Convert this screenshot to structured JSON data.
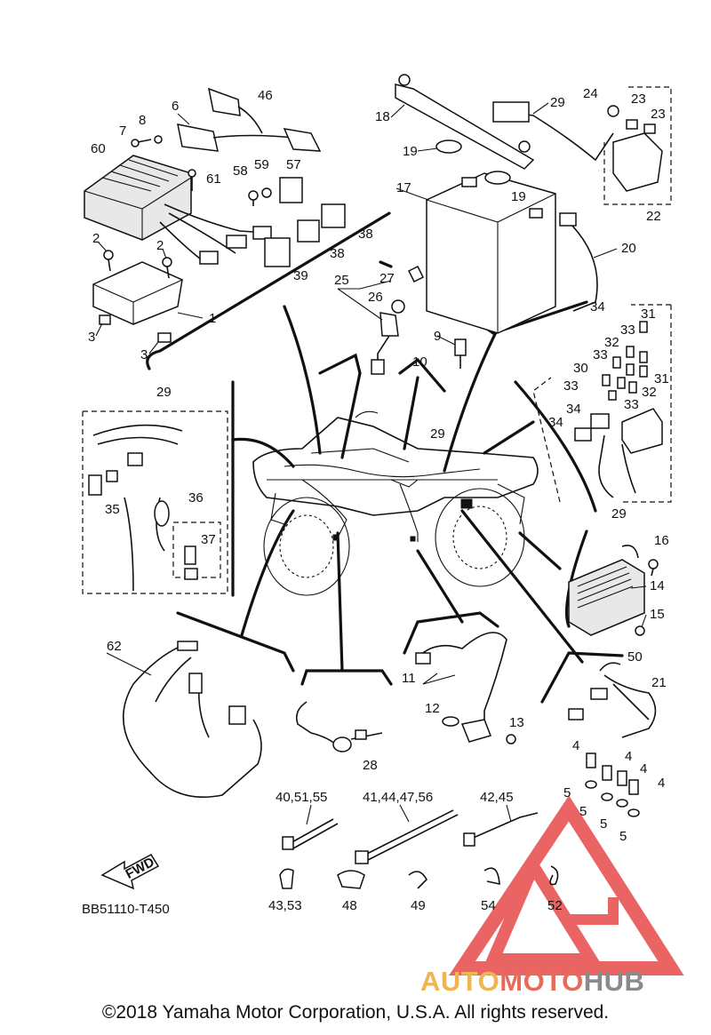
{
  "diagram_code": "BB51110-T450",
  "copyright": "©2018 Yamaha Motor Corporation, U.S.A. All rights reserved.",
  "fwd_label": "FWD",
  "watermark": {
    "part1": "AUTO",
    "part2": "MOTO",
    "part3": "HUB",
    "color_auto": "#f0b450",
    "color_moto": "#e86a5a",
    "color_hub": "#8a8a8a",
    "triangle_color": "#e84a4a"
  },
  "callouts": {
    "c1": "1",
    "c2a": "2",
    "c2b": "2",
    "c3a": "3",
    "c3b": "3",
    "c4a": "4",
    "c4b": "4",
    "c4c": "4",
    "c4d": "4",
    "c5a": "5",
    "c5b": "5",
    "c5c": "5",
    "c5d": "5",
    "c6": "6",
    "c7": "7",
    "c8": "8",
    "c9": "9",
    "c10": "10",
    "c11": "11",
    "c12": "12",
    "c13": "13",
    "c14": "14",
    "c15": "15",
    "c16": "16",
    "c17": "17",
    "c18": "18",
    "c19a": "19",
    "c19b": "19",
    "c20": "20",
    "c21": "21",
    "c22": "22",
    "c23a": "23",
    "c23b": "23",
    "c24": "24",
    "c25": "25",
    "c26": "26",
    "c27": "27",
    "c28": "28",
    "c29a": "29",
    "c29b": "29",
    "c29c": "29",
    "c29d": "29",
    "c30": "30",
    "c31a": "31",
    "c31b": "31",
    "c32a": "32",
    "c32b": "32",
    "c33a": "33",
    "c33b": "33",
    "c33c": "33",
    "c33d": "33",
    "c34a": "34",
    "c34b": "34",
    "c34c": "34",
    "c35": "35",
    "c36": "36",
    "c37": "37",
    "c38a": "38",
    "c38b": "38",
    "c39": "39",
    "c46": "46",
    "c48": "48",
    "c49": "49",
    "c50": "50",
    "c52": "52",
    "c54": "54",
    "c57": "57",
    "c58": "58",
    "c59": "59",
    "c60": "60",
    "c61": "61",
    "c62": "62",
    "c40_51_55": "40,51,55",
    "c41_44_47_56": "41,44,47,56",
    "c42_45": "42,45",
    "c43_53": "43,53"
  }
}
